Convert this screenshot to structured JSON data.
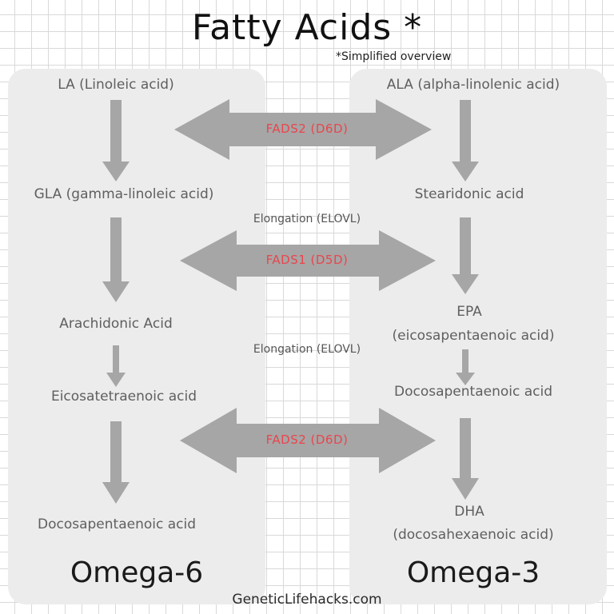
{
  "title": "Fatty Acids *",
  "subtitle": "*Simplified overview",
  "omega6": {
    "label": "Omega-6",
    "la": "LA (Linoleic acid)",
    "gla": "GLA (gamma-linoleic acid)",
    "arachidonic": "Arachidonic Acid",
    "eicosatetraenoic": "Eicosatetraenoic acid",
    "docosapentaenoic": "Docosapentaenoic acid"
  },
  "omega3": {
    "label": "Omega-3",
    "ala": "ALA (alpha-linolenic acid)",
    "stearidonic": "Stearidonic acid",
    "epa_line1": "EPA",
    "epa_line2": "(eicosapentaenoic acid)",
    "docosapentaenoic": "Docosapentaenoic acid",
    "dha_line1": "DHA",
    "dha_line2": "(docosahexaenoic acid)"
  },
  "enzymes": {
    "fads2_top": "FADS2  (D6D)",
    "fads1": "FADS1  (D5D)",
    "fads2_bottom": "FADS2  (D6D)",
    "elongation_1": "Elongation (ELOVL)",
    "elongation_2": "Elongation (ELOVL)"
  },
  "footer": "GeneticLifehacks.com",
  "colors": {
    "arrow": "#a6a6a6",
    "enzyme_text": "#e8464e",
    "panel": "#ececec",
    "grid": "#d9d9d9"
  }
}
